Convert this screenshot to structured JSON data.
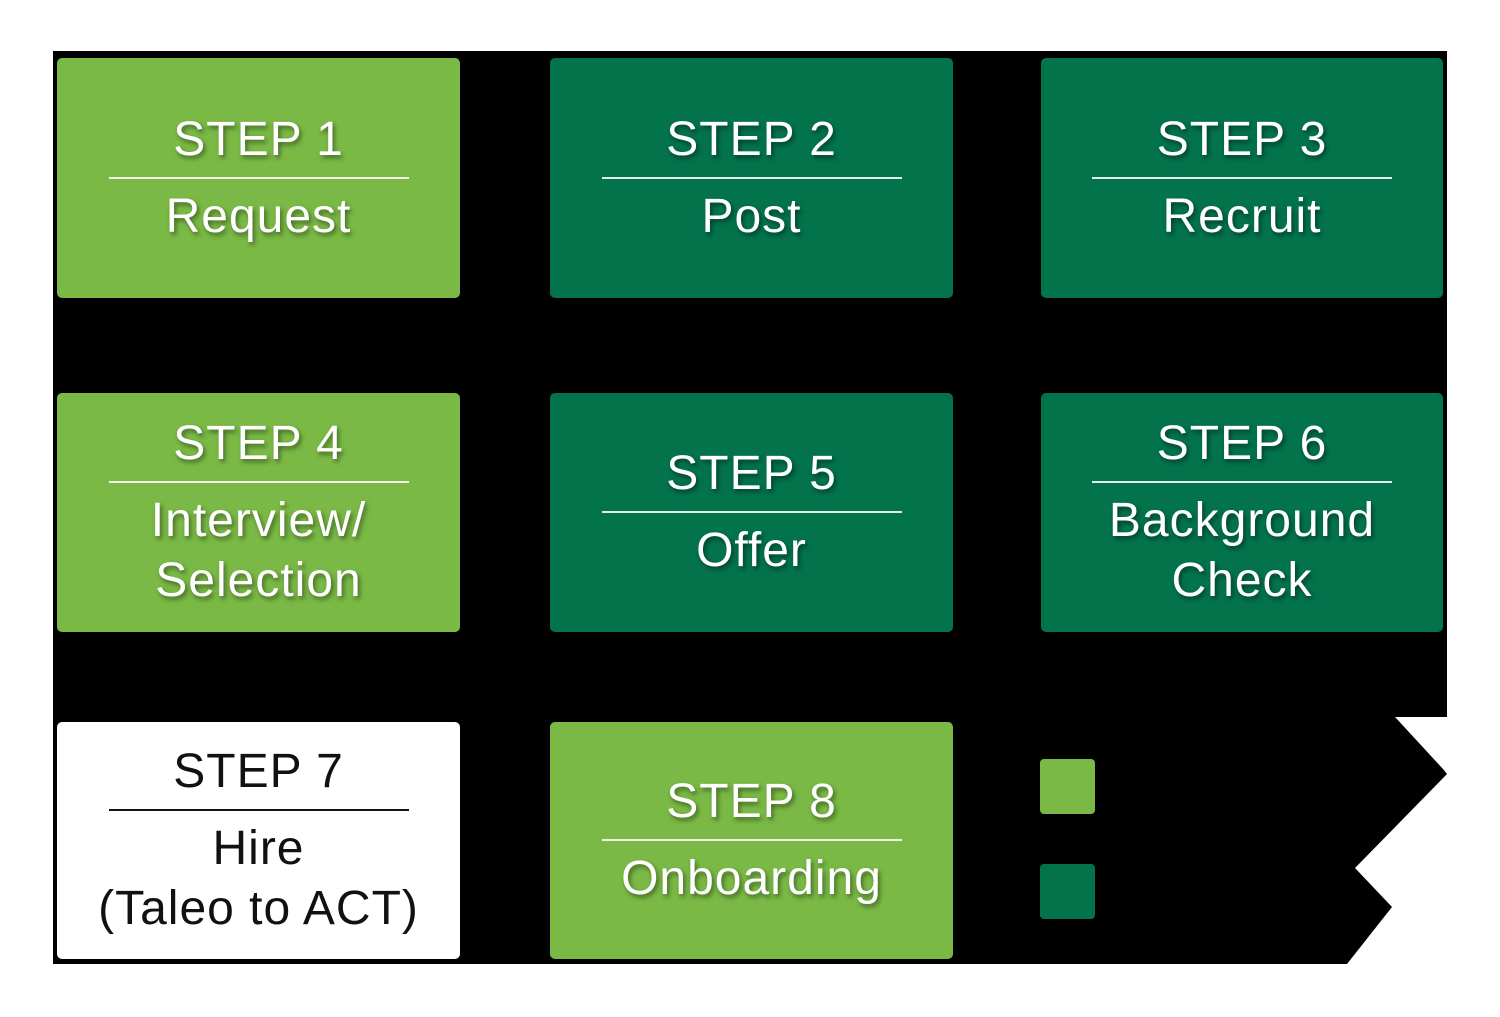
{
  "diagram_title": "8-step hiring process flow",
  "colors": {
    "light_green": "#7ab945",
    "dark_green": "#03734c",
    "banner_black": "#000000",
    "text_white": "#ffffff",
    "text_black": "#111111"
  },
  "steps": [
    {
      "title": "STEP 1",
      "lines": [
        "Request"
      ],
      "variant": "light"
    },
    {
      "title": "STEP 2",
      "lines": [
        "Post"
      ],
      "variant": "dark"
    },
    {
      "title": "STEP 3",
      "lines": [
        "Recruit"
      ],
      "variant": "dark"
    },
    {
      "title": "STEP 4",
      "lines": [
        "Interview/",
        "Selection"
      ],
      "variant": "light"
    },
    {
      "title": "STEP 5",
      "lines": [
        "Offer"
      ],
      "variant": "dark"
    },
    {
      "title": "STEP 6",
      "lines": [
        "Background",
        "Check"
      ],
      "variant": "dark"
    },
    {
      "title": "STEP 7",
      "lines": [
        "Hire",
        "(Taleo to ACT)"
      ],
      "variant": "white"
    },
    {
      "title": "STEP 8",
      "lines": [
        "Onboarding"
      ],
      "variant": "light"
    }
  ],
  "legend": {
    "light_swatch_color": "#7ab945",
    "dark_swatch_color": "#03734c"
  }
}
